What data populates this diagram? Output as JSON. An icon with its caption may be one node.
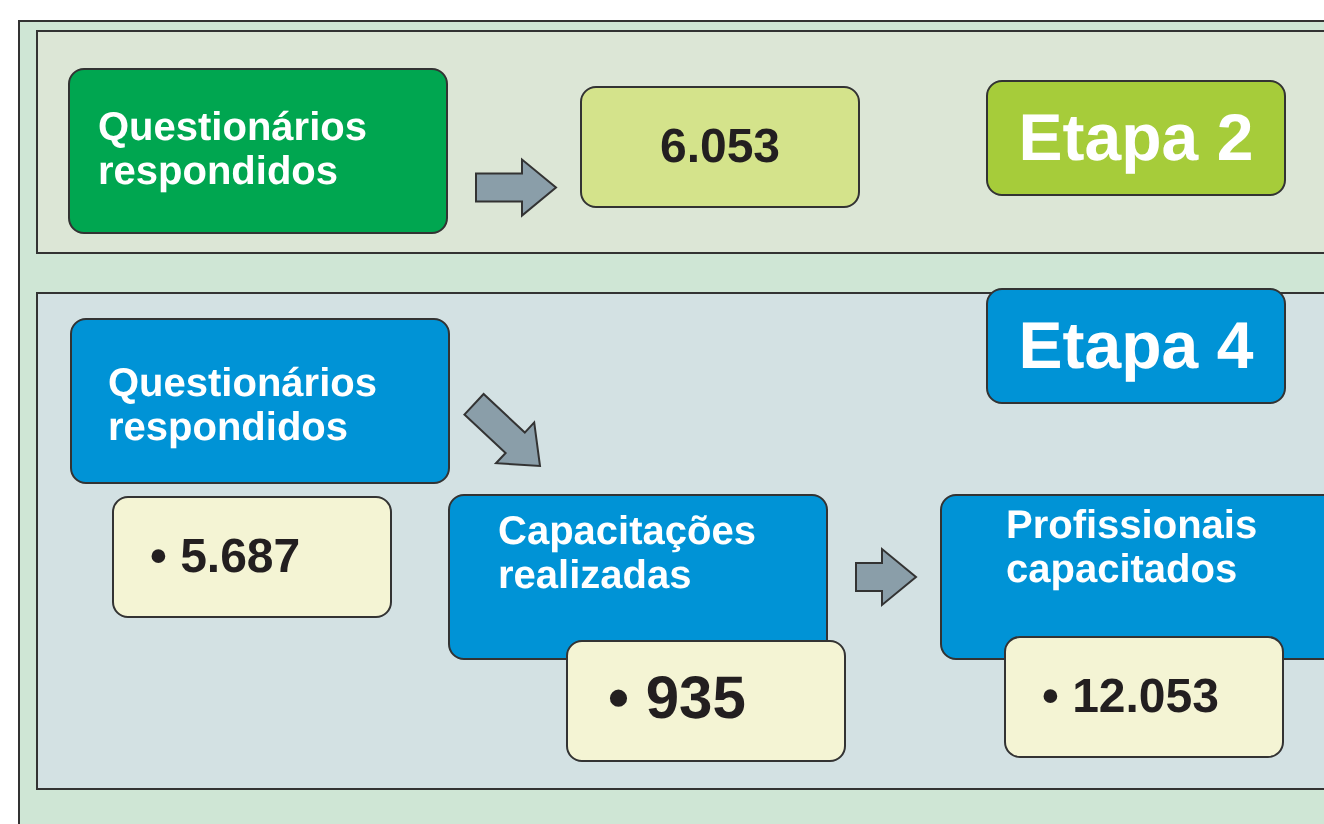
{
  "diagram": {
    "nodes": [
      {
        "text": [],
        "shape": "box"
      },
      {
        "text": [
          "Questionários respondidos"
        ],
        "in": 0
      },
      {
        "text": [
          "6.053"
        ],
        "in": 0
      },
      {
        "text": [
          "Etapa 2"
        ],
        "in": 0
      },
      {
        "text": [],
        "shape": "box"
      },
      {
        "text": [
          "Etapa 4"
        ],
        "in": 4
      },
      {
        "text": [
          "Questionários respondidos"
        ],
        "in": 4
      },
      {
        "text": [
          "• 5.687"
        ],
        "in": 4
      },
      {
        "text": [
          "Capacitações realizadas"
        ],
        "in": 4
      },
      {
        "text": [
          "• 935"
        ],
        "in": 4
      },
      {
        "text": [
          "Profissionais capacitados"
        ],
        "in": 4
      },
      {
        "text": [
          "• 12.053"
        ],
        "in": 4
      }
    ],
    "edges": [
      {
        "from": 1,
        "to": 2,
        "arrow": "to"
      },
      {
        "from": 6,
        "to": 8,
        "arrow": "to"
      },
      {
        "from": 8,
        "to": 10,
        "arrow": "to"
      }
    ]
  }
}
